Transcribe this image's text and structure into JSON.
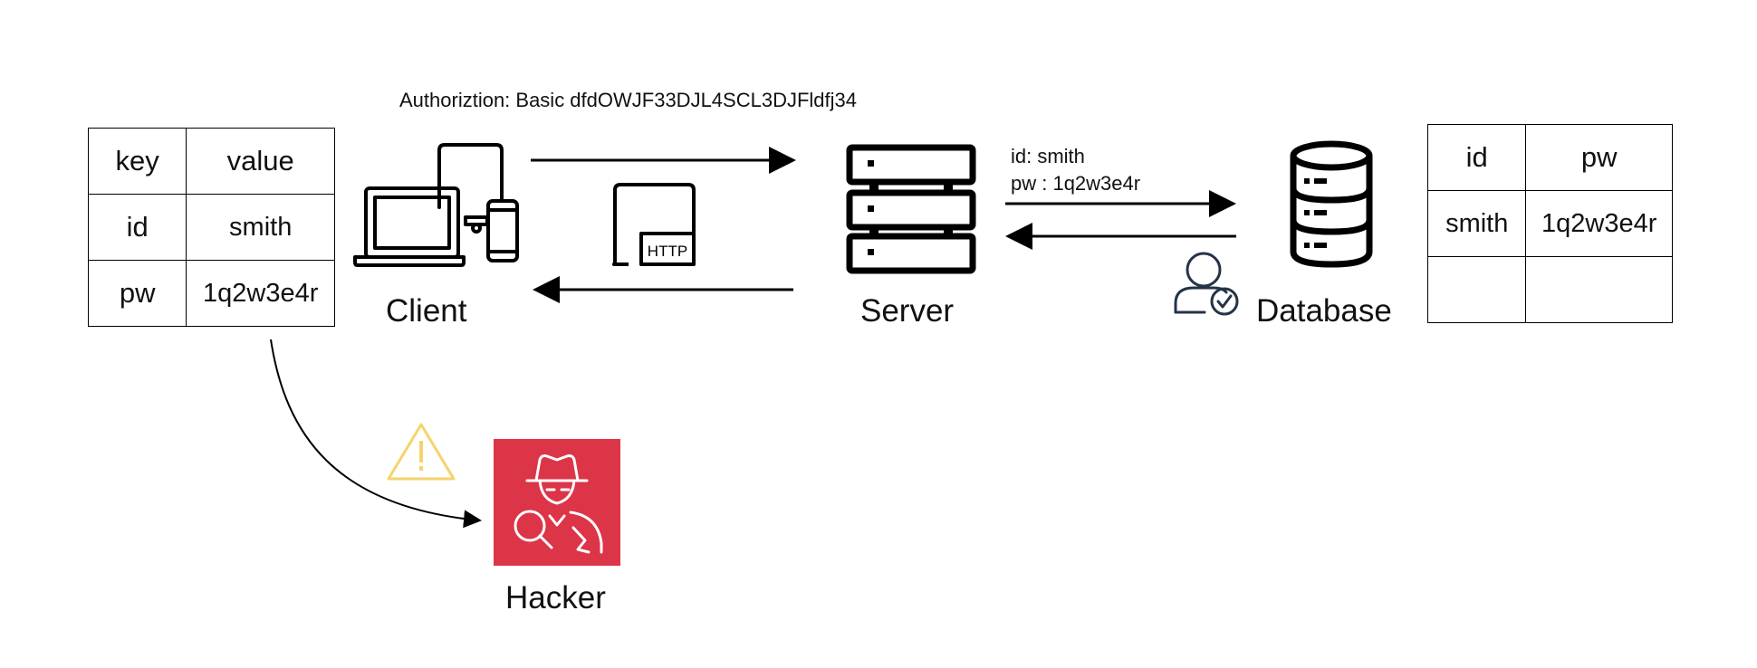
{
  "auth_header": "Authoriztion: Basic dfdOWJF33DJL4SCL3DJFldfj34",
  "client_table": {
    "header": {
      "key": "key",
      "value": "value"
    },
    "rows": [
      {
        "key": "id",
        "value": "smith"
      },
      {
        "key": "pw",
        "value": "1q2w3e4r"
      }
    ]
  },
  "client_label": "Client",
  "server_label": "Server",
  "database_label": "Database",
  "hacker_label": "Hacker",
  "http_badge": "HTTP",
  "request_payload": {
    "line1": "id: smith",
    "line2": "pw : 1q2w3e4r"
  },
  "db_table": {
    "header": {
      "key": "id",
      "value": "pw"
    },
    "rows": [
      {
        "key": "smith",
        "value": "1q2w3e4r"
      },
      {
        "key": "",
        "value": ""
      }
    ]
  },
  "colors": {
    "hacker_bg": "#dc3548",
    "warning": "#f6d36b",
    "user_icon": "#253347",
    "line": "#000000"
  }
}
